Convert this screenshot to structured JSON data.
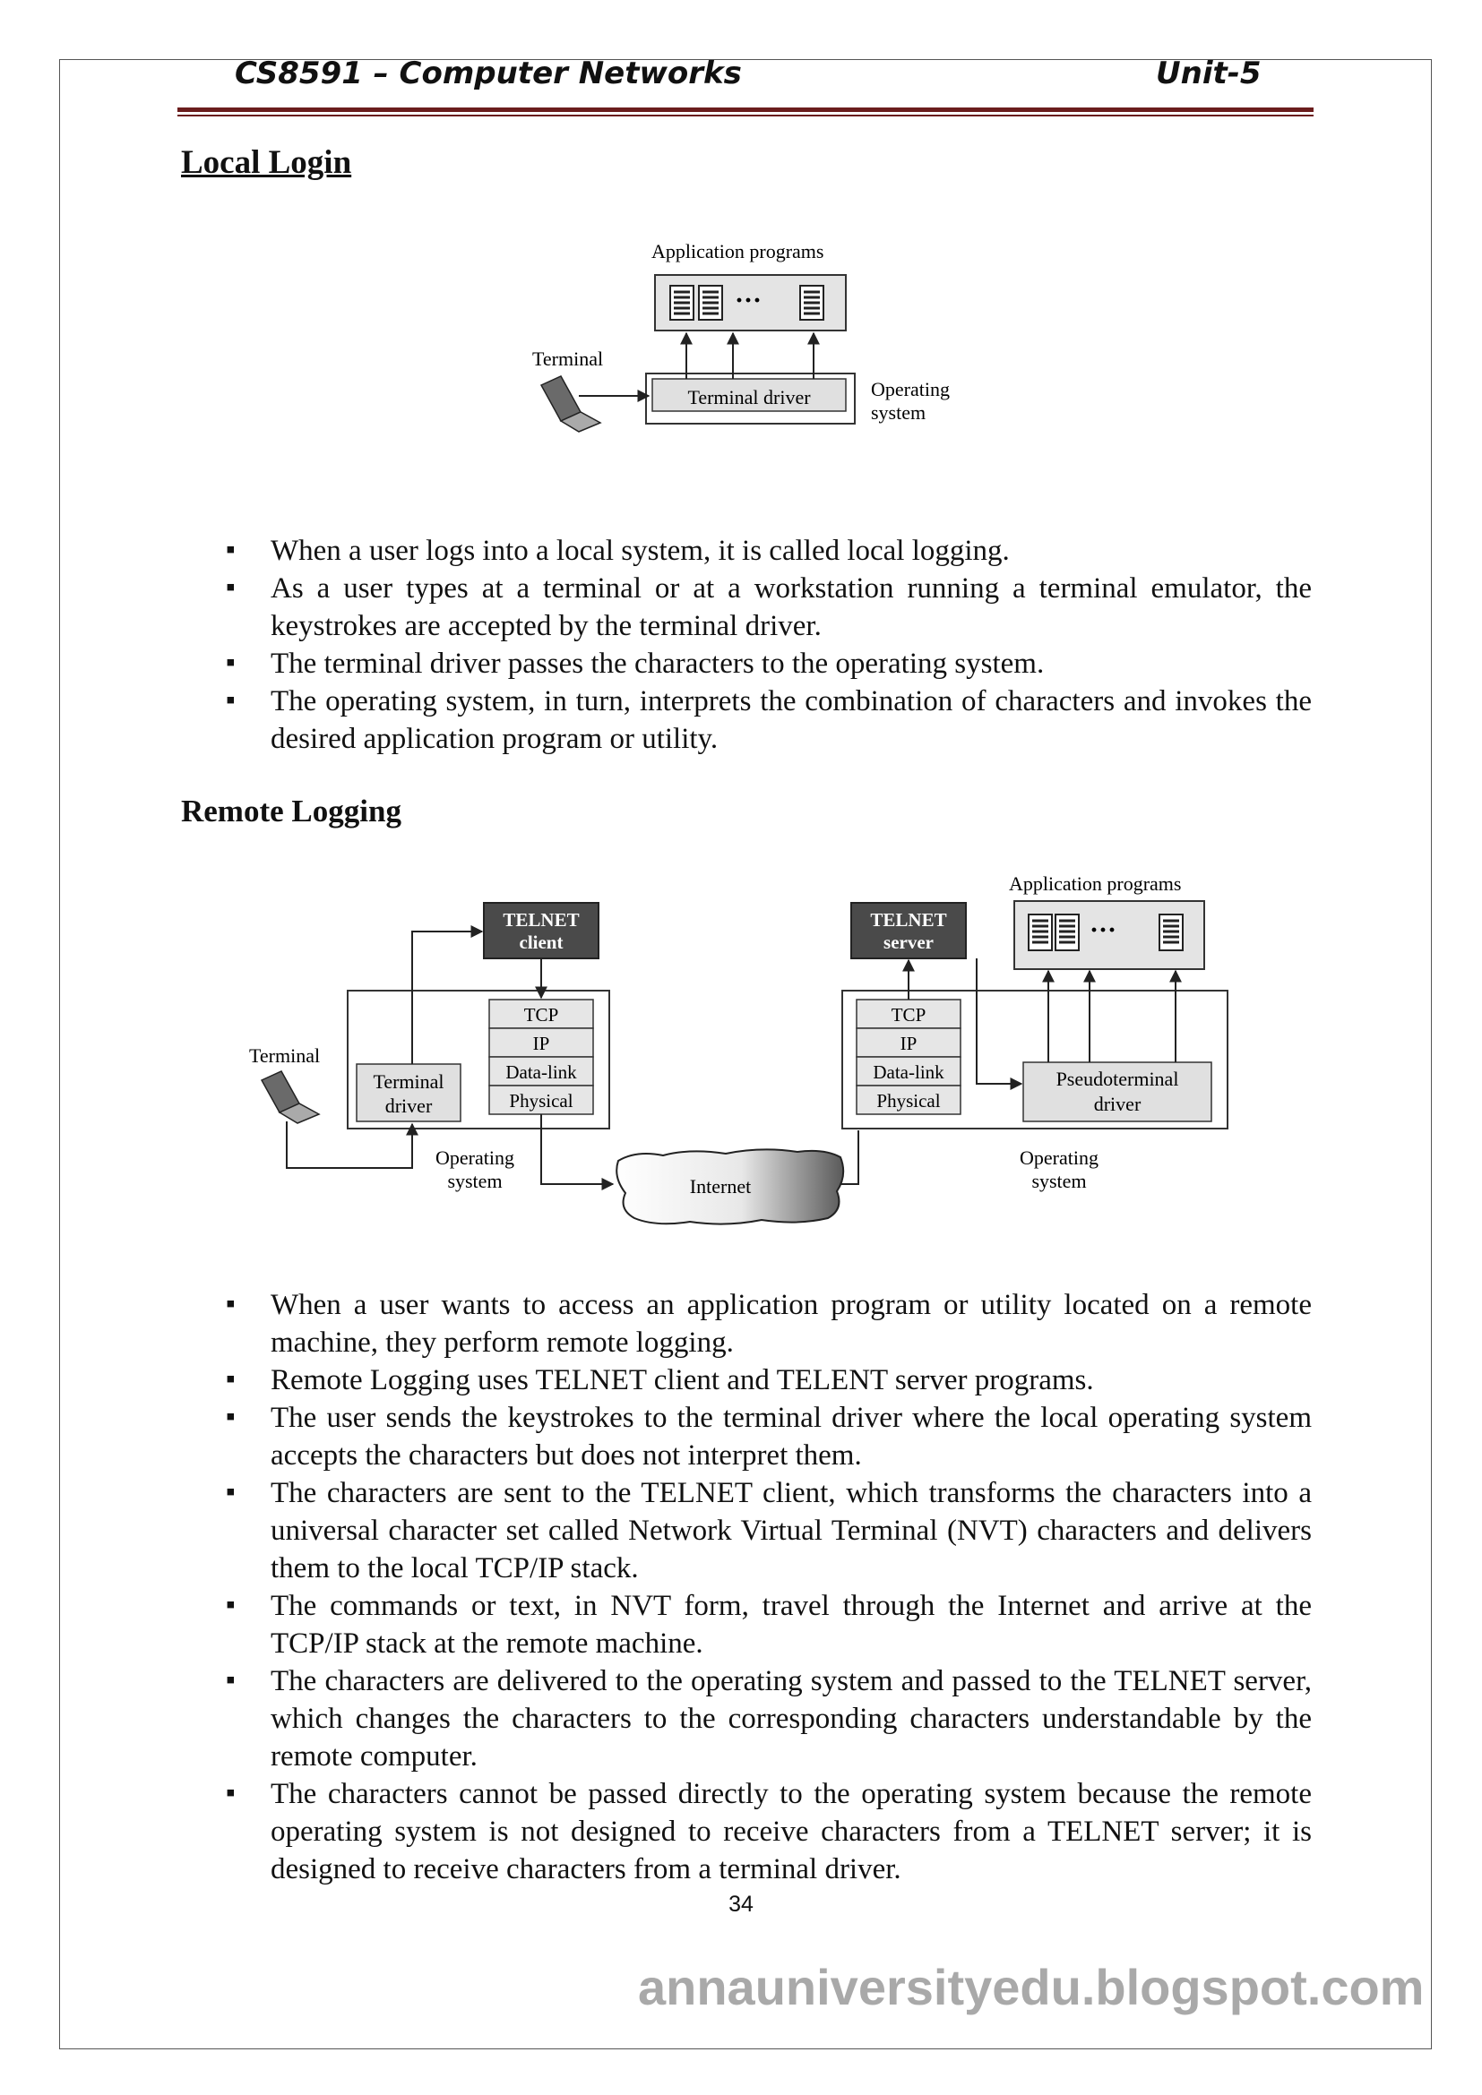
{
  "header": {
    "title": "CS8591 – Computer Networks",
    "unit": "Unit-5"
  },
  "local": {
    "heading": "Local Login",
    "diagram": {
      "app_programs": "Application programs",
      "dots": "···",
      "terminal": "Terminal",
      "terminal_driver": "Terminal driver",
      "os_line1": "Operating",
      "os_line2": "system"
    },
    "bullets": [
      "When a user logs into a local system, it is called local logging.",
      "As a user types at a terminal or at a workstation running a terminal emulator, the keystrokes are accepted by the terminal driver.",
      "The terminal driver passes the characters to the operating system.",
      "The operating system, in turn, interprets the combination of characters and invokes the desired application program or utility."
    ]
  },
  "remote": {
    "heading": "Remote Logging",
    "diagram": {
      "telnet_client_1": "TELNET",
      "telnet_client_2": "client",
      "telnet_server_1": "TELNET",
      "telnet_server_2": "server",
      "app_programs": "Application programs",
      "dots": "···",
      "terminal": "Terminal",
      "terminal_driver_1": "Terminal",
      "terminal_driver_2": "driver",
      "stack": [
        "TCP",
        "IP",
        "Data-link",
        "Physical"
      ],
      "pseudo_1": "Pseudoterminal",
      "pseudo_2": "driver",
      "internet": "Internet",
      "os_line1": "Operating",
      "os_line2": "system"
    },
    "bullets": [
      "When a user wants to access an application program or utility located on a remote machine, they perform remote logging.",
      "Remote Logging uses TELNET client and  TELENT server programs.",
      "The user sends the keystrokes to the terminal driver where the local operating system accepts the characters but does not interpret them.",
      "The characters are sent to the TELNET client, which transforms the characters into a universal character set called Network Virtual Terminal (NVT) characters and delivers them to the local TCP/IP stack.",
      "The commands or text, in NVT form, travel through the Internet and arrive at the TCP/IP stack at the remote machine.",
      "The characters are delivered to the operating system and passed to the TELNET server, which changes the characters to the corresponding characters understandable by the remote computer.",
      "The characters cannot be passed directly to the operating system because the remote operating system is not designed to receive characters from a TELNET server; it is designed to receive characters from a terminal driver."
    ]
  },
  "footer": {
    "page": "34",
    "watermark": "annauniversityedu.blogspot.com"
  }
}
